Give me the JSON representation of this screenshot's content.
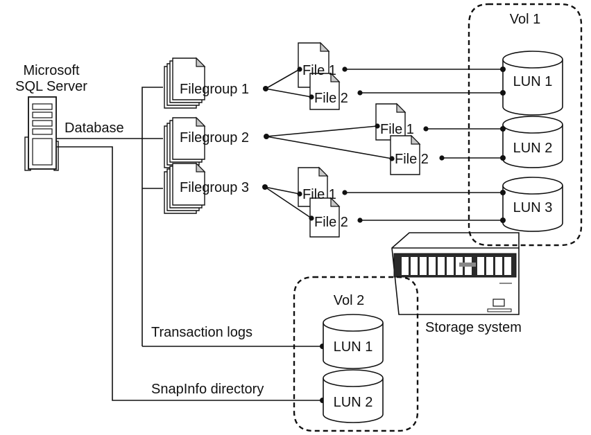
{
  "server": {
    "line1": "Microsoft",
    "line2": "SQL Server"
  },
  "database_label": "Database",
  "filegroups": [
    "Filegroup 1",
    "Filegroup 2",
    "Filegroup 3"
  ],
  "file_labels": [
    "File 1",
    "File 2",
    "File 1",
    "File 2",
    "File 1",
    "File 2"
  ],
  "vol1": {
    "label": "Vol 1",
    "luns": [
      "LUN 1",
      "LUN 2",
      "LUN 3"
    ]
  },
  "vol2": {
    "label": "Vol 2",
    "luns": [
      "LUN 1",
      "LUN 2"
    ]
  },
  "transaction_logs_label": "Transaction logs",
  "snapinfo_label": "SnapInfo directory",
  "storage_label": "Storage system"
}
